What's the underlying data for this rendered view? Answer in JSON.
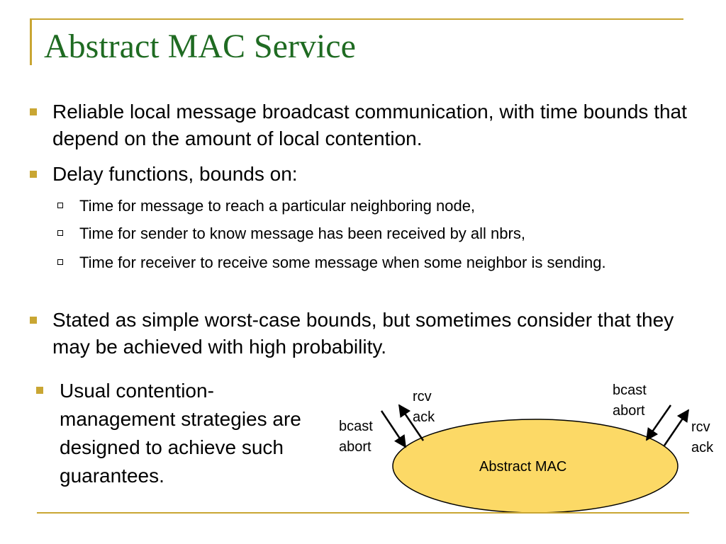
{
  "slide": {
    "title": "Abstract MAC Service",
    "bullets": [
      {
        "text": "Reliable local message broadcast communication, with time bounds that depend on the amount of local contention."
      },
      {
        "text": "Delay functions, bounds on:",
        "subitems": [
          "Time for message to reach a particular neighboring node,",
          "Time for sender to know message has been received by all nbrs,",
          "Time for receiver to receive some message when some neighbor is sending."
        ]
      },
      {
        "text": "Stated as simple worst-case bounds, but sometimes consider that they may be achieved with high probability."
      },
      {
        "text": "Usual contention-management strategies are designed to achieve such guarantees."
      }
    ]
  },
  "diagram": {
    "ellipse_label": "Abstract MAC",
    "ellipse_fill": "#fcd966",
    "left_in": {
      "line1": "bcast",
      "line2": "abort"
    },
    "left_out": {
      "line1": "rcv",
      "line2": "ack"
    },
    "right_in": {
      "line1": "bcast",
      "line2": "abort"
    },
    "right_out": {
      "line1": "rcv",
      "line2": "ack"
    }
  },
  "colors": {
    "accent": "#c9a633",
    "title": "#1f6b22"
  }
}
